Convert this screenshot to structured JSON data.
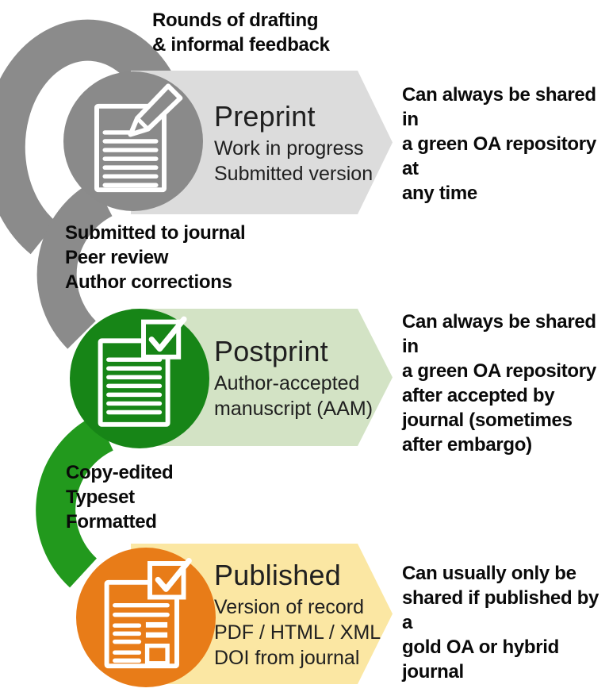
{
  "background_color": "#ffffff",
  "text_color": "#0a0a0a",
  "labels": {
    "drafting": "Rounds of drafting\n& informal feedback",
    "submission": "Submitted to journal\nPeer review\nAuthor corrections",
    "production": "Copy-edited\nTypeset\nFormatted"
  },
  "stages": [
    {
      "title": "Preprint",
      "subtitle": "Work in progress\nSubmitted version",
      "note": "Can always be shared in\na green OA repository at\nany time",
      "circle_color": "#8a8a8a",
      "banner_color": "#dcdcdc",
      "icon": "document-pencil-icon"
    },
    {
      "title": "Postprint",
      "subtitle": "Author-accepted\nmanuscript (AAM)",
      "note": "Can always be shared in\na green OA repository\nafter accepted by\njournal (sometimes\nafter embargo)",
      "circle_color": "#178517",
      "banner_color": "#d3e3c5",
      "icon": "document-checkmark-icon"
    },
    {
      "title": "Published",
      "subtitle": "Version of record\nPDF / HTML / XML\nDOI from journal",
      "note": "Can usually only be\nshared if published by a\ngold OA or hybrid\njournal",
      "circle_color": "#e87c18",
      "banner_color": "#fbe7a3",
      "icon": "newspaper-checkmark-icon"
    }
  ],
  "connectors": {
    "drafting_loop_color": "#8b8b8b",
    "submission_arc_color": "#8b8b8b",
    "production_arc_color": "#22991d"
  }
}
